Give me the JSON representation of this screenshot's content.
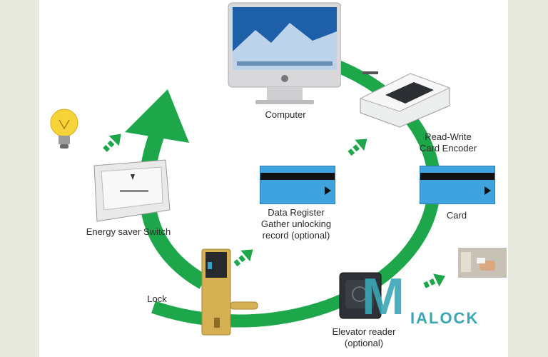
{
  "labels": {
    "computer": "Computer",
    "encoder_line1": "Read-Write",
    "encoder_line2": "Card Encoder",
    "data_line1": "Data Register",
    "data_line2": "Gather unlocking",
    "data_line3": "record (optional)",
    "card": "Card",
    "energy": "Energy saver Switch",
    "lock": "Lock",
    "elevator_line1": "Elevator reader",
    "elevator_line2": "(optional)"
  },
  "watermark": {
    "letter": "M",
    "text": "IALOCK"
  },
  "colors": {
    "arrow_green": "#1ea64b",
    "card_blue": "#3ea3de",
    "logo_teal": "#3aa7b7",
    "background": "#e6e9dc"
  }
}
